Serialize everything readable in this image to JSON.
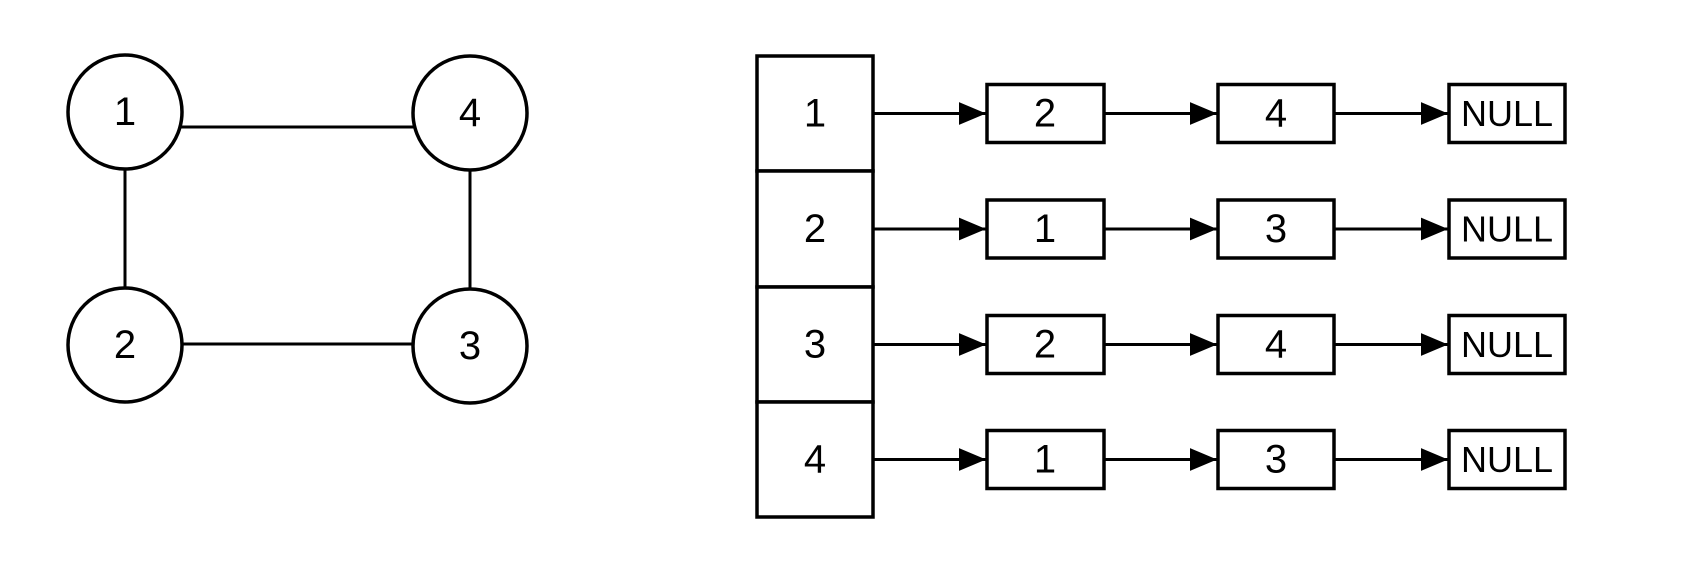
{
  "graph": {
    "nodes": [
      {
        "label": "1"
      },
      {
        "label": "2"
      },
      {
        "label": "3"
      },
      {
        "label": "4"
      }
    ],
    "edges": [
      {
        "from": "1",
        "to": "4"
      },
      {
        "from": "1",
        "to": "2"
      },
      {
        "from": "2",
        "to": "3"
      },
      {
        "from": "3",
        "to": "4"
      }
    ]
  },
  "adjacency_list": {
    "array_labels": [
      "1",
      "2",
      "3",
      "4"
    ],
    "rows": [
      {
        "vertex": "1",
        "neighbors": [
          "2",
          "4"
        ],
        "terminator": "NULL"
      },
      {
        "vertex": "2",
        "neighbors": [
          "1",
          "3"
        ],
        "terminator": "NULL"
      },
      {
        "vertex": "3",
        "neighbors": [
          "2",
          "4"
        ],
        "terminator": "NULL"
      },
      {
        "vertex": "4",
        "neighbors": [
          "1",
          "3"
        ],
        "terminator": "NULL"
      }
    ]
  },
  "colors": {
    "stroke": "#000000",
    "fill": "#ffffff",
    "background": "#ffffff"
  }
}
